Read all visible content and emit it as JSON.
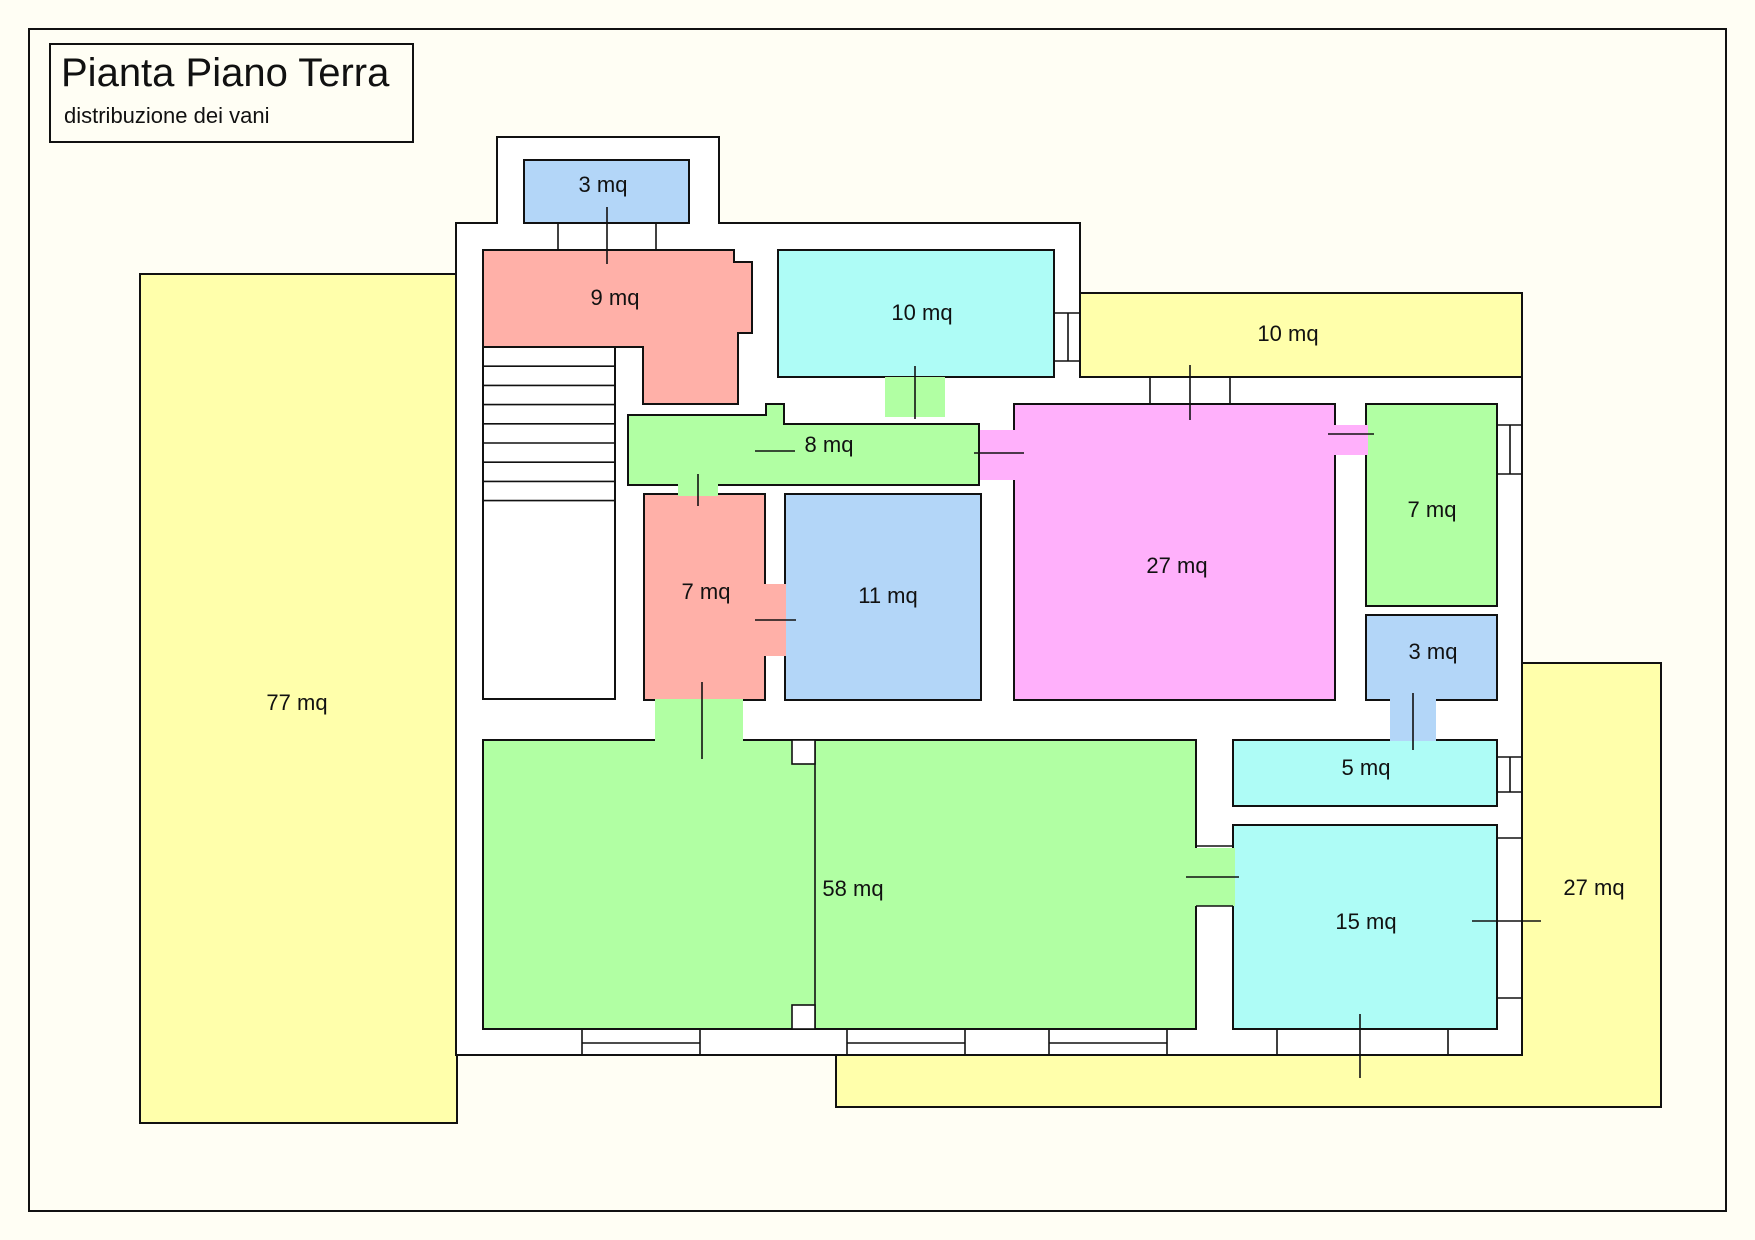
{
  "title": "Pianta Piano Terra",
  "subtitle": "distribuzione dei vani",
  "colors": {
    "background": "#fffef4",
    "yellow": "#ffffab",
    "red": "#ffb0a8",
    "blue": "#b3d6f8",
    "cyan": "#aefcf6",
    "green": "#b1ffa3",
    "magenta": "#ffb0fb",
    "wall": "#ffffff",
    "line": "#111111"
  },
  "rooms": [
    {
      "label": "3 mq",
      "color": "blue"
    },
    {
      "label": "9 mq",
      "color": "red"
    },
    {
      "label": "10 mq",
      "color": "cyan"
    },
    {
      "label": "10 mq",
      "color": "yellow"
    },
    {
      "label": "8 mq",
      "color": "green"
    },
    {
      "label": "7 mq",
      "color": "red"
    },
    {
      "label": "11 mq",
      "color": "blue"
    },
    {
      "label": "27 mq",
      "color": "magenta"
    },
    {
      "label": "7 mq",
      "color": "green"
    },
    {
      "label": "3 mq",
      "color": "blue"
    },
    {
      "label": "5 mq",
      "color": "cyan"
    },
    {
      "label": "15 mq",
      "color": "cyan"
    },
    {
      "label": "58 mq",
      "color": "green"
    },
    {
      "label": "77 mq",
      "color": "yellow"
    },
    {
      "label": "27 mq",
      "color": "yellow"
    }
  ]
}
